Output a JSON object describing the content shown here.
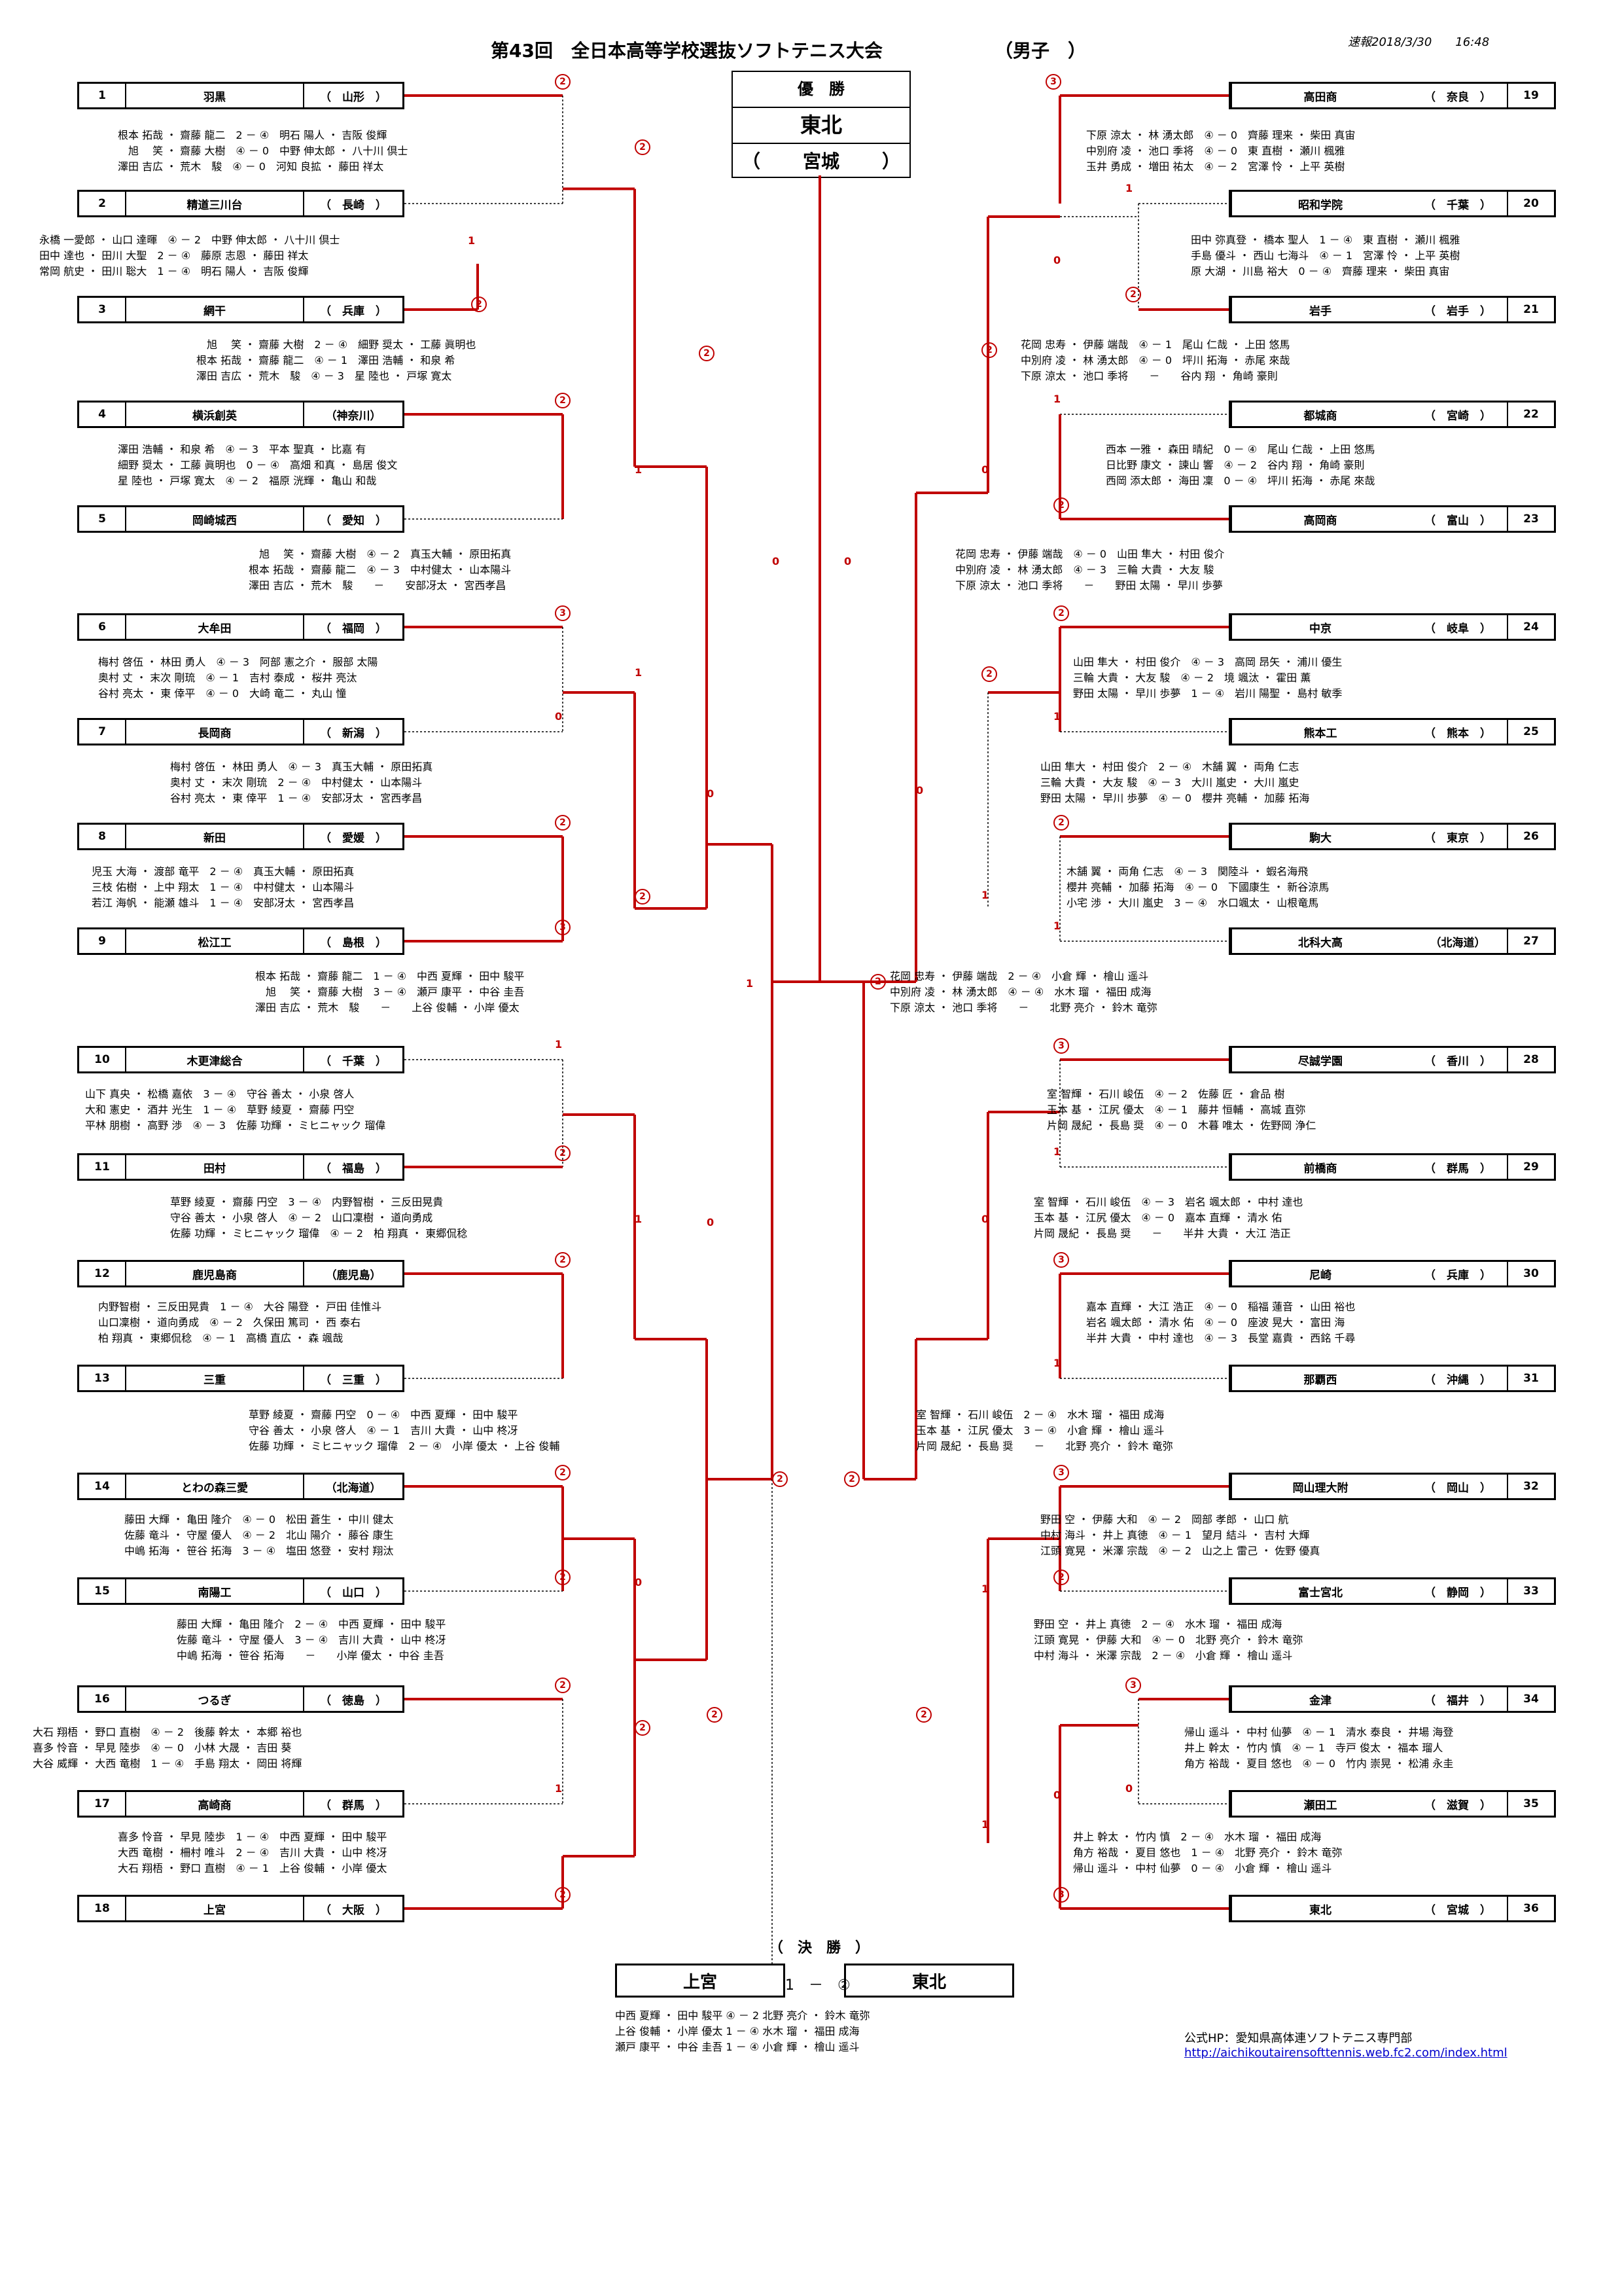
{
  "header": {
    "title": "第43回　全日本高等学校選抜ソフトテニス大会",
    "gender": "（男子　）",
    "report": "速報2018/3/30　　16:48"
  },
  "champion": {
    "label": "優　勝",
    "team": "東北",
    "pref": "宮城"
  },
  "final": {
    "label": "（　決　勝　）",
    "left": "上宮",
    "right": "東北",
    "score": "1　－　②",
    "lines": [
      "中西 夏輝 ・ 田中 駿平 ④ － 2 北野 亮介 ・ 鈴木 竜弥",
      "上谷 俊輔 ・ 小岸 優太 1 － ④ 水木 瑠 ・ 福田 成海",
      "瀬戸 康平 ・ 中谷 圭吾 1 － ④ 小倉 輝 ・ 檜山 遥斗"
    ]
  },
  "footer": {
    "hp": "公式HP：愛知県高体連ソフトテニス専門部",
    "url": "http://aichikoutairensofttennis.web.fc2.com/index.html"
  },
  "teams": [
    {
      "n": "1",
      "name": "羽黒",
      "pref": "（　山形　）"
    },
    {
      "n": "2",
      "name": "精道三川台",
      "pref": "（　長崎　）"
    },
    {
      "n": "3",
      "name": "網干",
      "pref": "（　兵庫　）"
    },
    {
      "n": "4",
      "name": "横浜創英",
      "pref": "（神奈川）"
    },
    {
      "n": "5",
      "name": "岡崎城西",
      "pref": "（　愛知　）"
    },
    {
      "n": "6",
      "name": "大牟田",
      "pref": "（　福岡　）"
    },
    {
      "n": "7",
      "name": "長岡商",
      "pref": "（　新潟　）"
    },
    {
      "n": "8",
      "name": "新田",
      "pref": "（　愛媛　）"
    },
    {
      "n": "9",
      "name": "松江工",
      "pref": "（　島根　）"
    },
    {
      "n": "10",
      "name": "木更津総合",
      "pref": "（　千葉　）"
    },
    {
      "n": "11",
      "name": "田村",
      "pref": "（　福島　）"
    },
    {
      "n": "12",
      "name": "鹿児島商",
      "pref": "（鹿児島）"
    },
    {
      "n": "13",
      "name": "三重",
      "pref": "（　三重　）"
    },
    {
      "n": "14",
      "name": "とわの森三愛",
      "pref": "（北海道）"
    },
    {
      "n": "15",
      "name": "南陽工",
      "pref": "（　山口　）"
    },
    {
      "n": "16",
      "name": "つるぎ",
      "pref": "（　徳島　）"
    },
    {
      "n": "17",
      "name": "高崎商",
      "pref": "（　群馬　）"
    },
    {
      "n": "18",
      "name": "上宮",
      "pref": "（　大阪　）"
    },
    {
      "n": "19",
      "name": "高田商",
      "pref": "（　奈良　）"
    },
    {
      "n": "20",
      "name": "昭和学院",
      "pref": "（　千葉　）"
    },
    {
      "n": "21",
      "name": "岩手",
      "pref": "（　岩手　）"
    },
    {
      "n": "22",
      "name": "都城商",
      "pref": "（　宮崎　）"
    },
    {
      "n": "23",
      "name": "高岡商",
      "pref": "（　富山　）"
    },
    {
      "n": "24",
      "name": "中京",
      "pref": "（　岐阜　）"
    },
    {
      "n": "25",
      "name": "熊本工",
      "pref": "（　熊本　）"
    },
    {
      "n": "26",
      "name": "駒大",
      "pref": "（　東京　）"
    },
    {
      "n": "27",
      "name": "北科大高",
      "pref": "（北海道）"
    },
    {
      "n": "28",
      "name": "尽誠学園",
      "pref": "（　香川　）"
    },
    {
      "n": "29",
      "name": "前橋商",
      "pref": "（　群馬　）"
    },
    {
      "n": "30",
      "name": "尼崎",
      "pref": "（　兵庫　）"
    },
    {
      "n": "31",
      "name": "那覇西",
      "pref": "（　沖縄　）"
    },
    {
      "n": "32",
      "name": "岡山理大附",
      "pref": "（　岡山　）"
    },
    {
      "n": "33",
      "name": "富士宮北",
      "pref": "（　静岡　）"
    },
    {
      "n": "34",
      "name": "金津",
      "pref": "（　福井　）"
    },
    {
      "n": "35",
      "name": "瀬田工",
      "pref": "（　滋賀　）"
    },
    {
      "n": "36",
      "name": "東北",
      "pref": "（　宮城　）"
    }
  ],
  "matches": [
    [
      "根本 拓哉 ・ 齋藤 龍二　2 － ④　明石 陽人 ・ 吉阪 俊輝",
      "　旭　 笑 ・ 齋藤 大樹　④ － 0　中野 伸太郎 ・ 八十川 倶士",
      "澤田 吉広 ・ 荒木　駿　④ － 0　河知 良拡 ・ 藤田 祥太"
    ],
    [
      "永橋 一愛郎 ・ 山口 達暉　④ － 2　中野 伸太郎 ・ 八十川 倶士",
      "田中 達也 ・ 田川 大聖　2 － ④　藤原 志恩 ・ 藤田 祥太",
      "常岡 航史 ・ 田川 聡大　1 － ④　明石 陽人 ・ 吉阪 俊輝"
    ],
    [
      "　旭　 笑 ・ 齋藤 大樹　2 － ④　細野 奨太 ・ 工藤 眞明也",
      "根本 拓哉 ・ 齋藤 龍二　④ － 1　澤田 浩輔 ・ 和泉 希",
      "澤田 吉広 ・ 荒木　駿　④ － 3　星 陸也 ・ 戸塚 寛太"
    ],
    [
      "澤田 浩輔 ・ 和泉 希　④ － 3　平本 聖真 ・ 比嘉 有",
      "細野 奨太 ・ 工藤 眞明也　0 － ④　高畑 和真 ・ 島居 俊文",
      "星 陸也 ・ 戸塚 寛太　④ － 2　福原 洸輝 ・ 亀山 和哉"
    ],
    [
      "　旭　 笑 ・ 齋藤 大樹　④ － 2　真玉大輔 ・ 原田拓真",
      "根本 拓哉 ・ 齋藤 龍二　④ － 3　中村健太 ・ 山本陽斗",
      "澤田 吉広 ・ 荒木　駿　　－　　安部冴太 ・ 宮西孝昌"
    ],
    [
      "梅村 啓伍 ・ 林田 勇人　④ － 3　阿部 憲之介 ・ 服部 太陽",
      "奥村 丈 ・ 末次 剛琉　④ － 1　吉村 泰成 ・ 桜井 亮汰",
      "谷村 亮太 ・ 東 倖平　④ － 0　大崎 竜二 ・ 丸山 憧"
    ],
    [
      "梅村 啓伍 ・ 林田 勇人　④ － 3　真玉大輔 ・ 原田拓真",
      "奥村 丈 ・ 末次 剛琉　2 － ④　中村健太 ・ 山本陽斗",
      "谷村 亮太 ・ 東 倖平　1 － ④　安部冴太 ・ 宮西孝昌"
    ],
    [
      "児玉 大海 ・ 渡部 竜平　2 － ④　真玉大輔 ・ 原田拓真",
      "三枝 佑樹 ・ 上中 翔太　1 － ④　中村健太 ・ 山本陽斗",
      "若江 海帆 ・ 能瀬 雄斗　1 － ④　安部冴太 ・ 宮西孝昌"
    ],
    [
      "根本 拓哉 ・ 齋藤 龍二　1 － ④　中西 夏輝 ・ 田中 駿平",
      "　旭　 笑 ・ 齋藤 大樹　3 － ④　瀬戸 康平 ・ 中谷 圭吾",
      "澤田 吉広 ・ 荒木　駿　　－　　上谷 俊輔 ・ 小岸 優太"
    ],
    [
      "山下 真央 ・ 松橋 嘉依　3 － ④　守谷 善太 ・ 小泉 啓人",
      "大和 憲史 ・ 酒井 光生　1 － ④　草野 綾夏 ・ 齋藤 円空",
      "平林 朋樹 ・ 高野 渉　④ － 3　佐藤 功輝 ・ ミヒニャック 瑠偉"
    ],
    [
      "草野 綾夏 ・ 齋藤 円空　3 － ④　内野智樹 ・ 三反田晃貴",
      "守谷 善太 ・ 小泉 啓人　④ － 2　山口凜樹 ・ 道向勇成",
      "佐藤 功輝 ・ ミヒニャック 瑠偉　④ － 2　柏 翔真 ・ 東郷侃稔"
    ],
    [
      "内野智樹 ・ 三反田晃貴　1 － ④　大谷 陽登 ・ 戸田 佳惟斗",
      "山口凜樹 ・ 道向勇成　④ － 2　久保田 篤司 ・ 西 泰右",
      "柏 翔真 ・ 東郷侃稔　④ － 1　高橋 直広 ・ 森 颯哉"
    ],
    [
      "草野 綾夏 ・ 齋藤 円空　0 － ④　中西 夏輝 ・ 田中 駿平",
      "守谷 善太 ・ 小泉 啓人　④ － 1　吉川 大貴 ・ 山中 柊冴",
      "佐藤 功輝 ・ ミヒニャック 瑠偉　2 － ④　小岸 優太 ・ 上谷 俊輔"
    ],
    [
      "藤田 大輝 ・ 亀田 隆介　④ － 0　松田 蒼生 ・ 中川 健太",
      "佐藤 竜斗 ・ 守屋 優人　④ － 2　北山 陽介 ・ 藤谷 康生",
      "中嶋 拓海 ・ 笹谷 拓海　3 － ④　塩田 悠登 ・ 安村 翔汰"
    ],
    [
      "藤田 大輝 ・ 亀田 隆介　2 － ④　中西 夏輝 ・ 田中 駿平",
      "佐藤 竜斗 ・ 守屋 優人　3 － ④　吉川 大貴 ・ 山中 柊冴",
      "中嶋 拓海 ・ 笹谷 拓海　　－　　小岸 優太 ・ 中谷 圭吾"
    ],
    [
      "大石 翔梧 ・ 野口 直樹　④ － 2　後藤 幹太 ・ 本郷 裕也",
      "喜多 怜音 ・ 早見 陸歩　④ － 0　小林 大晟 ・ 吉田 葵",
      "大谷 威輝 ・ 大西 竜樹　1 － ④　手島 翔太 ・ 岡田 将輝"
    ],
    [
      "喜多 怜音 ・ 早見 陸歩　1 － ④　中西 夏輝 ・ 田中 駿平",
      "大西 竜樹 ・ 柵村 唯斗　2 － ④　吉川 大貴 ・ 山中 柊冴",
      "大石 翔梧 ・ 野口 直樹　④ － 1　上谷 俊輔 ・ 小岸 優太"
    ],
    [
      "下原 涼太 ・ 林 湧太郎　④ － 0　齊藤 理来 ・ 柴田 真宙",
      "中別府 凌 ・ 池口 季将　④ － 0　東 直樹 ・ 瀬川 楓雅",
      "玉井 勇成 ・ 増田 祐太　④ － 2　宮澤 怜 ・ 上平 英樹"
    ],
    [
      "田中 弥真登 ・ 橋本 聖人　1 － ④　東 直樹 ・ 瀬川 楓雅",
      "手島 優斗 ・ 西山 七海斗　④ － 1　宮澤 怜 ・ 上平 英樹",
      "原 大湖 ・ 川島 裕大　0 － ④　齊藤 理来 ・ 柴田 真宙"
    ],
    [
      "花岡 忠寿 ・ 伊藤 端哉　④ － 1　尾山 仁哉 ・ 上田 悠馬",
      "中別府 凌 ・ 林 湧太郎　④ － 0　坪川 拓海 ・ 赤尾 來哉",
      "下原 涼太 ・ 池口 季将　　－　　谷内 翔 ・ 角崎 豪則"
    ],
    [
      "西本 一雅 ・ 森田 晴紀　0 － ④　尾山 仁哉 ・ 上田 悠馬",
      "日比野 康文 ・ 諫山 響　④ － 2　谷内 翔 ・ 角崎 豪則",
      "西岡 添太郎 ・ 海田 凜　0 － ④　坪川 拓海 ・ 赤尾 來哉"
    ],
    [
      "花岡 忠寿 ・ 伊藤 端哉　④ － 0　山田 隼大 ・ 村田 俊介",
      "中別府 凌 ・ 林 湧太郎　④ － 3　三輪 大貴 ・ 大友 駿",
      "下原 涼太 ・ 池口 季将　　－　　野田 太陽 ・ 早川 歩夢"
    ],
    [
      "山田 隼大 ・ 村田 俊介　④ － 3　高岡 昂矢 ・ 浦川 優生",
      "三輪 大貴 ・ 大友 駿　④ － 2　境 颯汰 ・ 霍田 薫",
      "野田 太陽 ・ 早川 歩夢　1 － ④　岩川 陽聖 ・ 島村 敏季"
    ],
    [
      "山田 隼大 ・ 村田 俊介　2 － ④　木舗 翼 ・ 両角 仁志",
      "三輪 大貴 ・ 大友 駿　④ － 3　大川 嵐史 ・ 大川 嵐史",
      "野田 太陽 ・ 早川 歩夢　④ － 0　櫻井 亮輔 ・ 加藤 拓海"
    ],
    [
      "木舗 翼 ・ 両角 仁志　④ － 3　関陸斗 ・ 蝦名海飛",
      "櫻井 亮輔 ・ 加藤 拓海　④ － 0　下國康生 ・ 新谷涼馬",
      "小宅 渉 ・ 大川 嵐史　3 － ④　水口颯太 ・ 山根竜馬"
    ],
    [
      "花岡 忠寿 ・ 伊藤 端哉　2 － ④　小倉 輝 ・ 檜山 遥斗",
      "中別府 凌 ・ 林 湧太郎　④ － ④　水木 瑠 ・ 福田 成海",
      "下原 涼太 ・ 池口 季将　　－　　北野 亮介 ・ 鈴木 竜弥"
    ],
    [
      "室 智輝 ・ 石川 峻伍　④ － 2　佐藤 匠 ・ 倉品 樹",
      "玉本 基 ・ 江尻 優太　④ － 1　藤井 恒輔 ・ 高城 直弥",
      "片岡 晟紀 ・ 長島 奨　④ － 0　木暮 唯太 ・ 佐野岡 浄仁"
    ],
    [
      "室 智輝 ・ 石川 峻伍　④ － 3　岩名 颯太郎 ・ 中村 達也",
      "玉本 基 ・ 江尻 優太　④ － 0　嘉本 直輝 ・ 清水 佑",
      "片岡 晟紀 ・ 長島 奨　　－　　半井 大貴 ・ 大江 浩正"
    ],
    [
      "嘉本 直輝 ・ 大江 浩正　④ － 0　稲福 蓮音 ・ 山田 裕也",
      "岩名 颯太郎 ・ 清水 佑　④ － 0　座波 晃大 ・ 富田 海",
      "半井 大貴 ・ 中村 達也　④ － 3　長堂 嘉貴 ・ 西銘 千尋"
    ],
    [
      "室 智輝 ・ 石川 峻伍　2 － ④　水木 瑠 ・ 福田 成海",
      "玉本 基 ・ 江尻 優太　3 － ④　小倉 輝 ・ 檜山 遥斗",
      "片岡 晟紀 ・ 長島 奨　　－　　北野 亮介 ・ 鈴木 竜弥"
    ],
    [
      "野田 空 ・ 伊藤 大和　④ － 2　岡部 孝郎 ・ 山口 航",
      "中村 海斗 ・ 井上 真徳　④ － 1　望月 結斗 ・ 吉村 大輝",
      "江頭 寛晃 ・ 米澤 宗哉　④ － 2　山之上 雷己 ・ 佐野 優真"
    ],
    [
      "野田 空 ・ 井上 真徳　2 － ④　水木 瑠 ・ 福田 成海",
      "江頭 寛晃 ・ 伊藤 大和　④ － 0　北野 亮介 ・ 鈴木 竜弥",
      "中村 海斗 ・ 米澤 宗哉　2 － ④　小倉 輝 ・ 檜山 遥斗"
    ],
    [
      "帰山 遥斗 ・ 中村 仙夢　④ － 1　清水 泰良 ・ 井場 海登",
      "井上 幹太 ・ 竹内 慎　④ － 1　寺戸 俊太 ・ 福本 瑠人",
      "角方 裕哉 ・ 夏目 悠也　④ － 0　竹内 崇晃 ・ 松浦 永圭"
    ],
    [
      "井上 幹太 ・ 竹内 慎　2 － ④　水木 瑠 ・ 福田 成海",
      "角方 裕哉 ・ 夏目 悠也　1 － ④　北野 亮介 ・ 鈴木 竜弥",
      "帰山 遥斗 ・ 中村 仙夢　0 － ④　小倉 輝 ・ 檜山 遥斗"
    ]
  ]
}
